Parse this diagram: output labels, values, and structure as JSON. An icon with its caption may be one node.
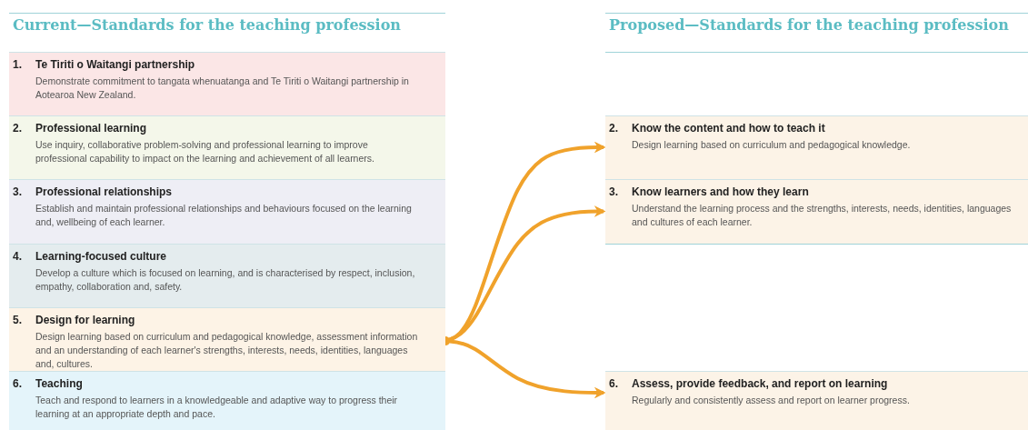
{
  "diagram": {
    "nodes": [
      {
        "text": [
          "1.",
          "Te Tiriti o Waitangi partnership",
          "Demonstrate commitment to tangata whenuatanga and Te Tiriti o Waitangi partnership in Aotearoa New Zealand."
        ]
      },
      {
        "text": [
          "2.",
          "Professional learning",
          "Use inquiry, collaborative problem-solving and professional learning to improve professional capability to impact on the learning and achievement of all learners."
        ]
      },
      {
        "text": [
          "3.",
          "Professional relationships",
          "Establish and maintain professional relationships and behaviours focused on the learning and, wellbeing of each learner."
        ]
      },
      {
        "text": [
          "4.",
          "Learning-focused culture",
          "Develop a culture which is focused on learning, and is characterised by respect, inclusion, empathy, collaboration and, safety."
        ]
      },
      {
        "text": [
          "5.",
          "Design for learning",
          "Design learning based on curriculum and pedagogical knowledge, assessment information and an understanding of each learner's strengths, interests, needs, identities, languages and, cultures."
        ]
      },
      {
        "text": [
          "6.",
          "Teaching",
          "Teach and respond to learners in a knowledgeable and adaptive way to progress their learning at an appropriate depth and pace."
        ]
      },
      {
        "text": [
          "2.",
          "Know the content and how to teach it",
          "Design learning based on curriculum and pedagogical knowledge."
        ]
      },
      {
        "text": [
          "3.",
          "Know learners and how they learn",
          "Understand the learning process and the strengths, interests, needs, identities, languages and cultures of each learner."
        ]
      },
      {
        "text": [
          "6.",
          "Assess, provide feedback, and report on learning",
          "Regularly and consistently assess and report on learner progress."
        ]
      }
    ],
    "edges": [
      {
        "from": 4,
        "to": 6,
        "arrow": "to"
      },
      {
        "from": 4,
        "to": 7,
        "arrow": "to"
      },
      {
        "from": 4,
        "to": 8,
        "arrow": "to"
      }
    ],
    "labels": [
      "Current—Standards for the teaching profession",
      "Proposed—Standards for the teaching profession"
    ]
  }
}
